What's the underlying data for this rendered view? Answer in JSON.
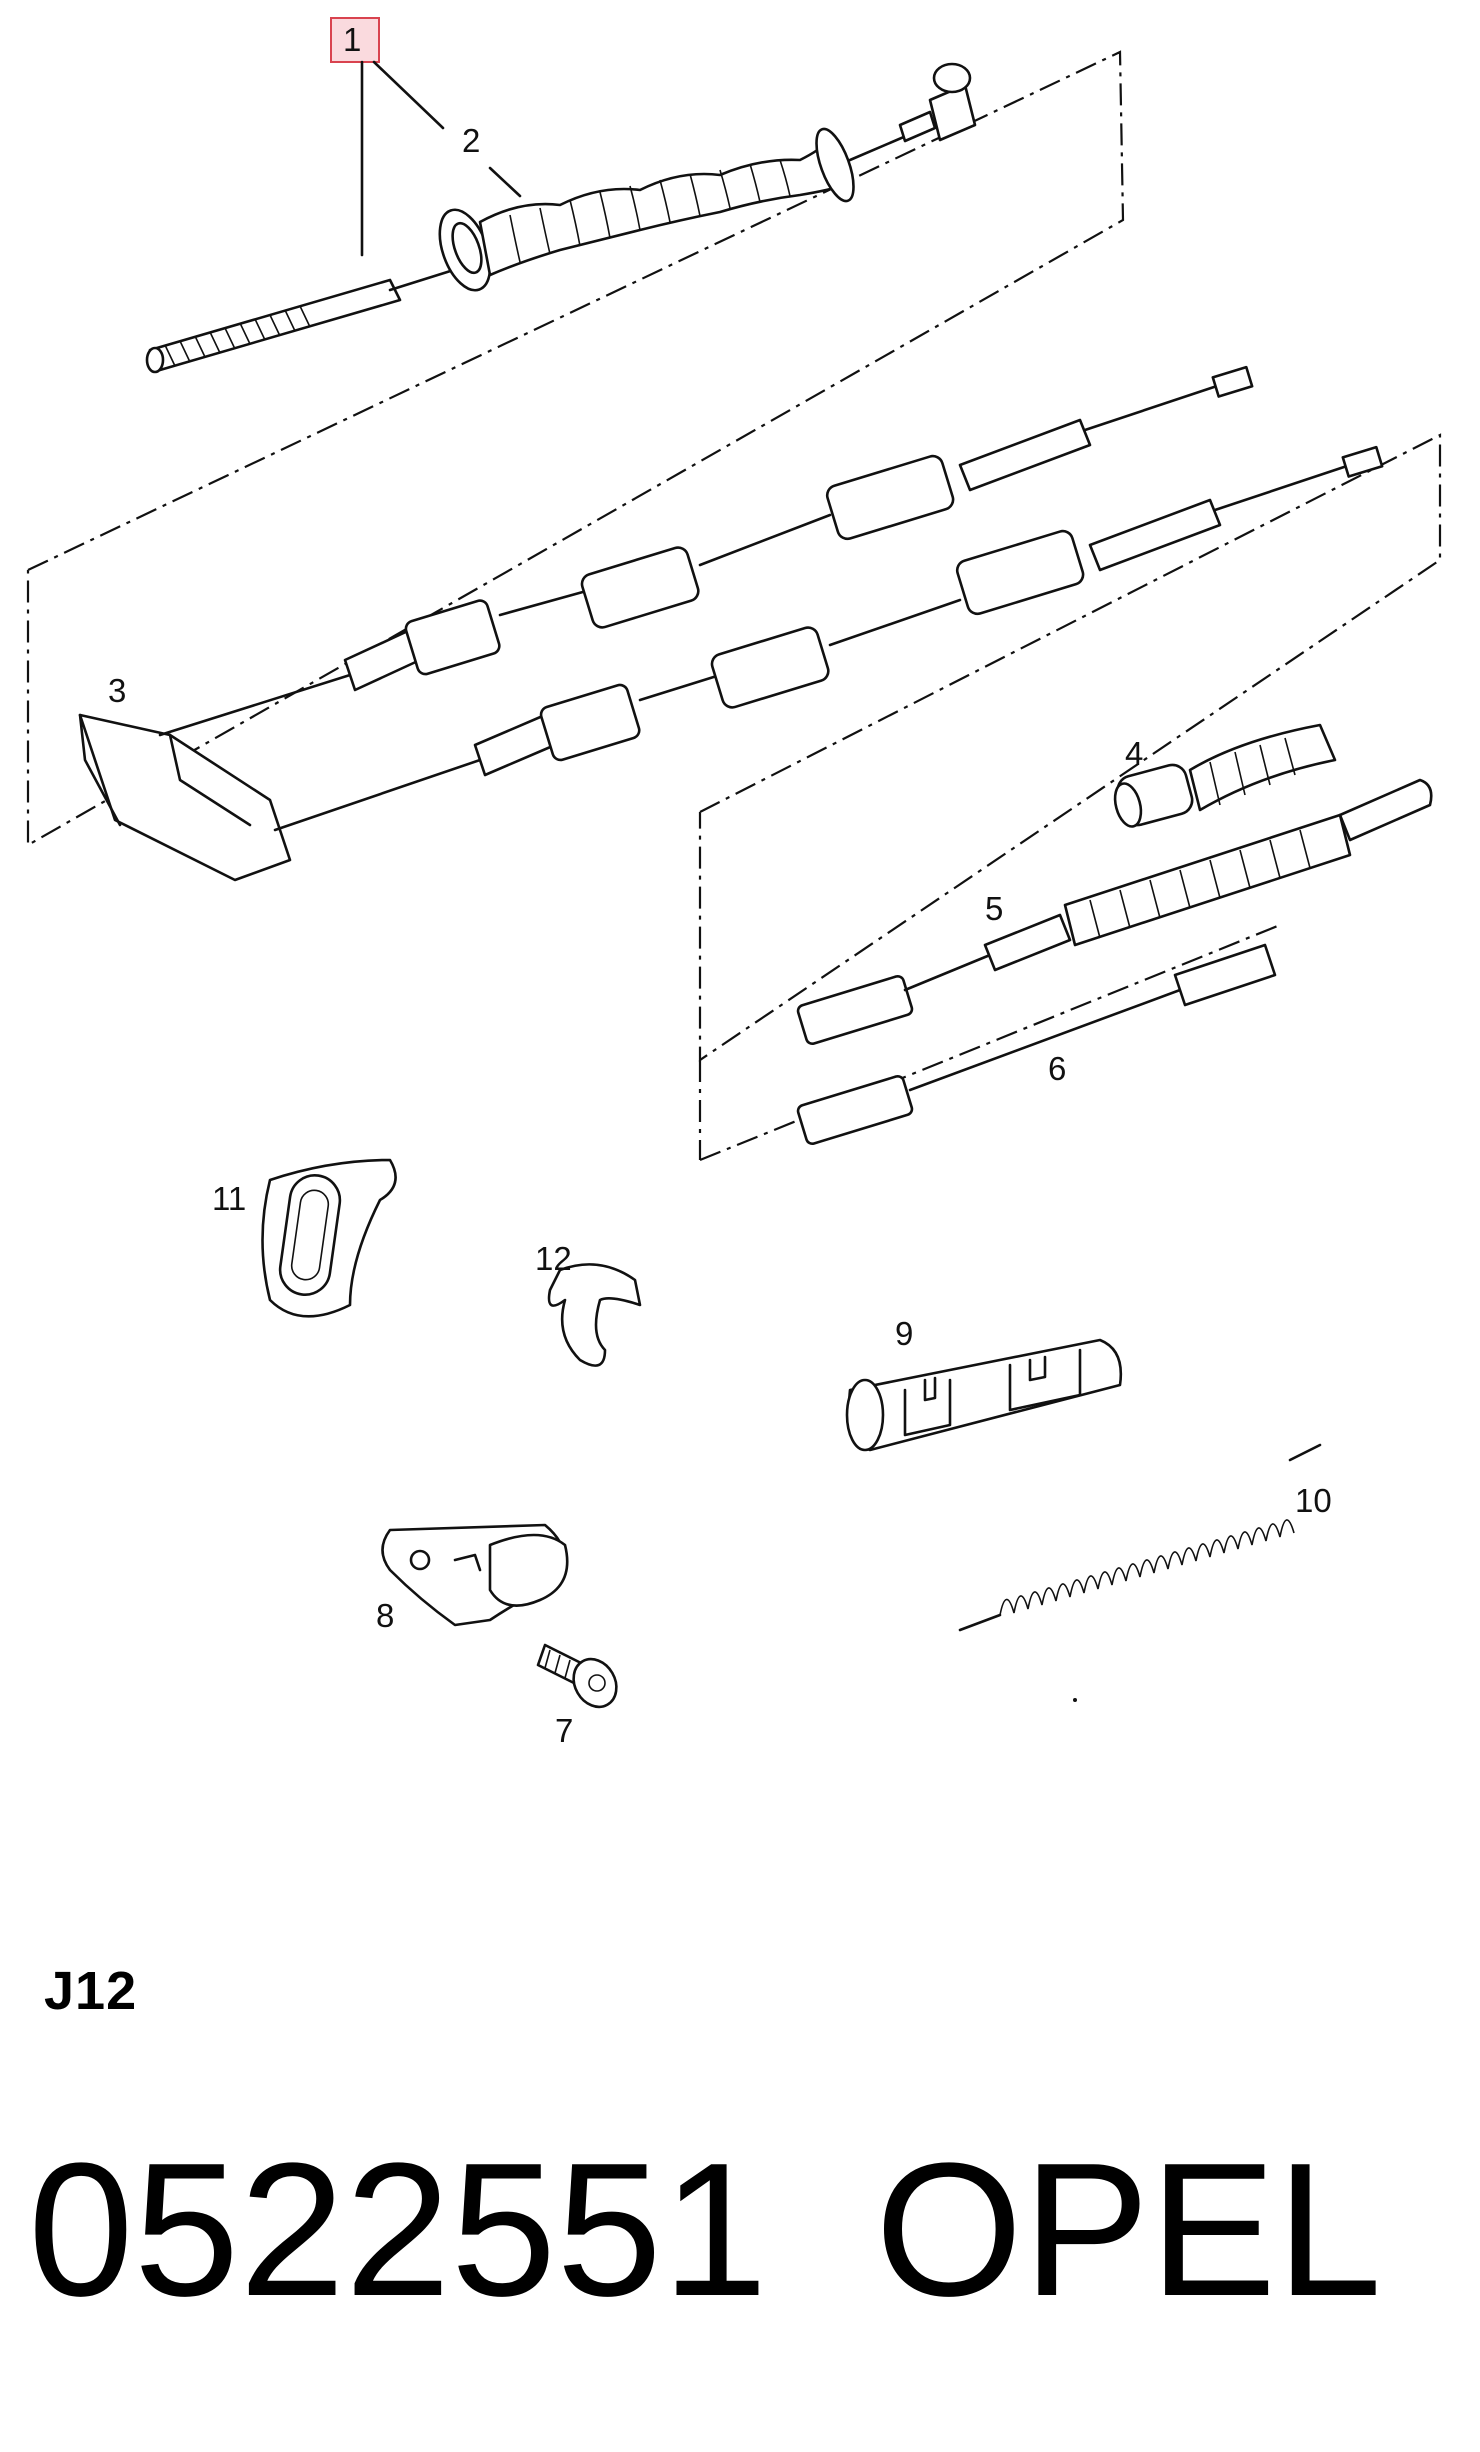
{
  "callouts": {
    "c1": "1",
    "c2": "2",
    "c3": "3",
    "c4": "4",
    "c5": "5",
    "c6": "6",
    "c7": "7",
    "c8": "8",
    "c9": "9",
    "c10": "10",
    "c11": "11",
    "c12": "12"
  },
  "highlighted_callout": "1",
  "group_code": "J12",
  "part_number": "0522551",
  "brand": "OPEL",
  "colors": {
    "line": "#111111",
    "highlight_border": "#d9434f",
    "highlight_fill": "#f096a0"
  }
}
